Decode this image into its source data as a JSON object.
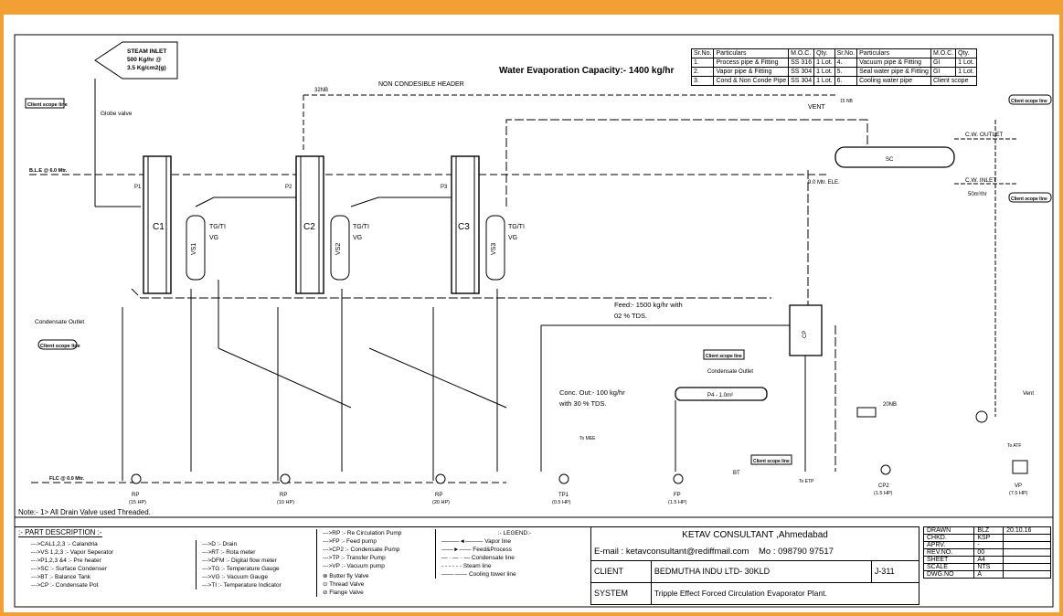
{
  "header": {
    "title": "Water Evaporation Capacity:- 1400 kg/hr",
    "non_condensable_header": "NON CONDESIBLE HEADER",
    "header_size": "32NB"
  },
  "spec_table": {
    "headers": [
      "Sr.No.",
      "Particulars",
      "M.O.C.",
      "Qty.",
      "Sr.No.",
      "Particulars",
      "M.O.C.",
      "Qty."
    ],
    "rows": [
      [
        "1.",
        "Process pipe & Fitting",
        "SS 316",
        "1 Lot.",
        "4.",
        "Vacuum pipe & Fitting",
        "GI",
        "1 Lot."
      ],
      [
        "2.",
        "Vapor pipe & Fitting",
        "SS 304",
        "1 Lot.",
        "5.",
        "Seal water pipe & Fitting",
        "GI",
        "1 Lot."
      ],
      [
        "3.",
        "Cond & Non Conde Pipe",
        "SS 304",
        "1 Lot.",
        "6.",
        "Cooling water pipe",
        "Client scope",
        ""
      ]
    ]
  },
  "labels": {
    "steam_inlet": "STEAM INLET",
    "steam_inlet_2": "500 Kg/hr @",
    "steam_inlet_3": "3.5 Kg/cm2(g)",
    "client_scope": "Client scope line",
    "globe_valve": "Globe valve",
    "ble": "B.L.E @ 6.0 Mtr.",
    "vent": "VENT",
    "vent_size": "15 NB",
    "cw_outlet": "C.W. OUTLET",
    "cw_inlet": "C.W. INLET",
    "cw_flow": "50m³/hr",
    "ele": "9.0 Mtr. ELE.",
    "sc": "SC",
    "c1": "C1",
    "c2": "C2",
    "c3": "C3",
    "vs1": "VS1",
    "vs2": "VS2",
    "vs3": "VS3",
    "p1": "P1",
    "p2": "P2",
    "p3": "P3",
    "tg_ti": "TG/TI",
    "vg": "VG",
    "cp": "CP",
    "condensate_outlet": "Condensate Outlet",
    "condensate_outlet_2": "Condensate Outlet",
    "feed": "Feed:- 1500 kg/hr with",
    "feed_2": "02 % TDS.",
    "conc_out": "Conc. Out:- 100 kg/hr",
    "conc_out_2": "with 30 % TDS.",
    "p4": "P4 - 1.0m²",
    "nb_20": "20NB",
    "vent_2": "Vent",
    "tank": "To ATF",
    "bt": "BT",
    "flc": "FLC @ 0.0 Mtr.",
    "to_etp": "To ETP",
    "to_mee": "To MEE"
  },
  "pumps": [
    {
      "name": "RP",
      "hp": "(15 HP)"
    },
    {
      "name": "RP",
      "hp": "(10 HP)"
    },
    {
      "name": "RP",
      "hp": "(20 HP)"
    },
    {
      "name": "TP1",
      "hp": "(0.5 HP)"
    },
    {
      "name": "FP",
      "hp": "(1.5 HP)"
    },
    {
      "name": "CP2",
      "hp": "(1.5 HP)"
    },
    {
      "name": "VP",
      "hp": "(7.5 HP)"
    }
  ],
  "note": "Note:- 1> All Drain Valve used Threaded.",
  "part_description": {
    "title": ":- PART DESCRIPTION :-",
    "col1": [
      "--->CAL1,2,3  :- Calandria",
      "--->VS 1,2,3  :- Vapor Seperator",
      "--->P1,2,3 &4  :- Pre heater",
      "--->SC  :- Surface Condenser",
      "--->BT  :- Balance Tank",
      "--->CP  :- Condensate Pot"
    ],
    "col2": [
      "--->D  :- Drain",
      "--->RT  :- Rota meter",
      "--->DFM  :- Digital flow meter",
      "--->TG  :- Temperature Gauge",
      "--->VG  :- Vacuum Gauge",
      "--->TI  :- Temperature Indicator"
    ],
    "col3": [
      "--->RP  :- Re Circulation Pump",
      "--->FP  :- Feed pump",
      "--->CP2  :- Condensate Pump",
      "--->TP  :- Transfer Pump",
      "--->VP  :- Vacuum pump"
    ],
    "valves": [
      "Butter fly Valve",
      "Thread Valve",
      "Flange Valve"
    ]
  },
  "legend": {
    "title": ":- LEGEND:-",
    "items": [
      "Vapor line",
      "Feed&Process",
      "Condensate line",
      "Steam line",
      "Cooling tower line"
    ]
  },
  "title_block": {
    "company": "KETAV CONSULTANT ,Ahmedabad",
    "email": "E-mail : ketavconsultant@rediffmail.com",
    "mobile": "Mo : 098790 97517",
    "client_label": "CLIENT",
    "client": "BEDMUTHA INDU LTD- 30KLD",
    "job": "J-311",
    "system_label": "SYSTEM",
    "system": "Tripple Effect Forced Circulation Evaporator Plant.",
    "meta": [
      {
        "k": "DRAWN",
        "v": "BLZ",
        "d": "20.10.16"
      },
      {
        "k": "CHKD.",
        "v": "KSP",
        "d": ""
      },
      {
        "k": "APRV.",
        "v": "-",
        "d": ""
      },
      {
        "k": "REV.NO.",
        "v": "00",
        "d": ""
      },
      {
        "k": "SHEET",
        "v": "A4",
        "d": ""
      },
      {
        "k": "SCALE",
        "v": "NTS",
        "d": ""
      },
      {
        "k": "DWG.NO",
        "v": "A",
        "d": ""
      }
    ]
  },
  "colors": {
    "frame": "#f2a033",
    "ink": "#000000"
  }
}
